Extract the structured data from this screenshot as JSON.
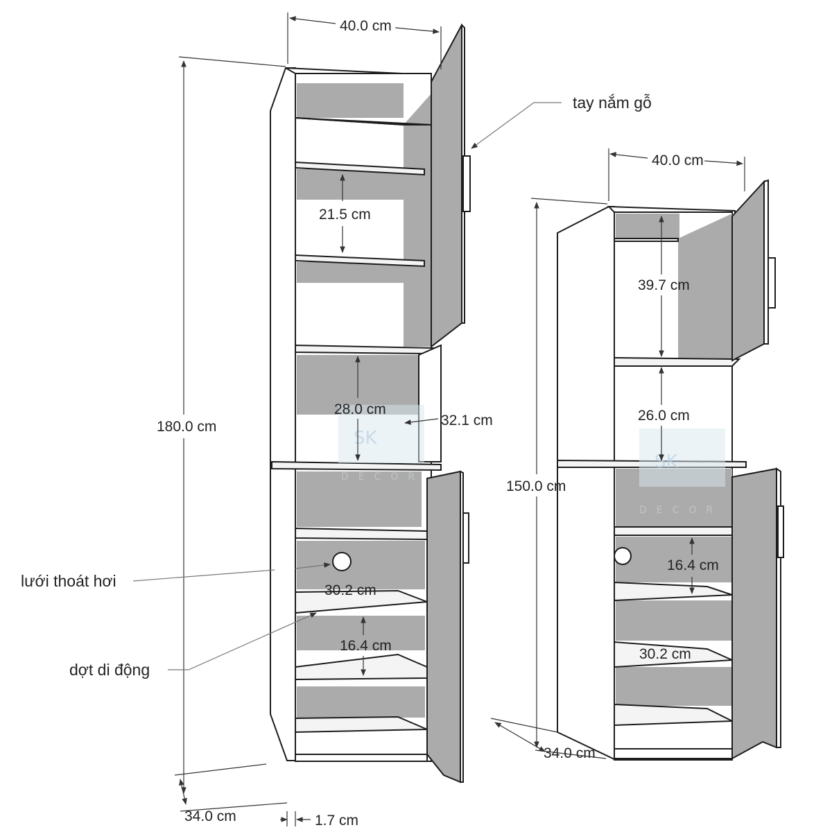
{
  "annotations": {
    "handle": "tay nắm gỗ",
    "vent": "lưới thoát hơi",
    "shelf": "dợt di động"
  },
  "tall_cabinet": {
    "width": "40.0 cm",
    "height": "180.0 cm",
    "depth": "34.0 cm",
    "panel_thickness": "1.7 cm",
    "upper_shelf_gap": "21.5 cm",
    "open_niche_height": "28.0 cm",
    "open_niche_depth": "32.1 cm",
    "lower_shelf_width": "30.2 cm",
    "lower_shelf_gap": "16.4 cm"
  },
  "short_cabinet": {
    "width": "40.0 cm",
    "height": "150.0 cm",
    "depth": "34.0 cm",
    "upper_compartment_height": "39.7 cm",
    "open_niche_height": "26.0 cm",
    "lower_shelf_gap": "16.4 cm",
    "lower_shelf_width": "30.2 cm"
  },
  "watermark": {
    "mark": "SK",
    "brand": "DECOR"
  },
  "colors": {
    "interior_shadow": "#ababab",
    "line": "#1c1c1c",
    "watermark": "#bfd4e4"
  }
}
